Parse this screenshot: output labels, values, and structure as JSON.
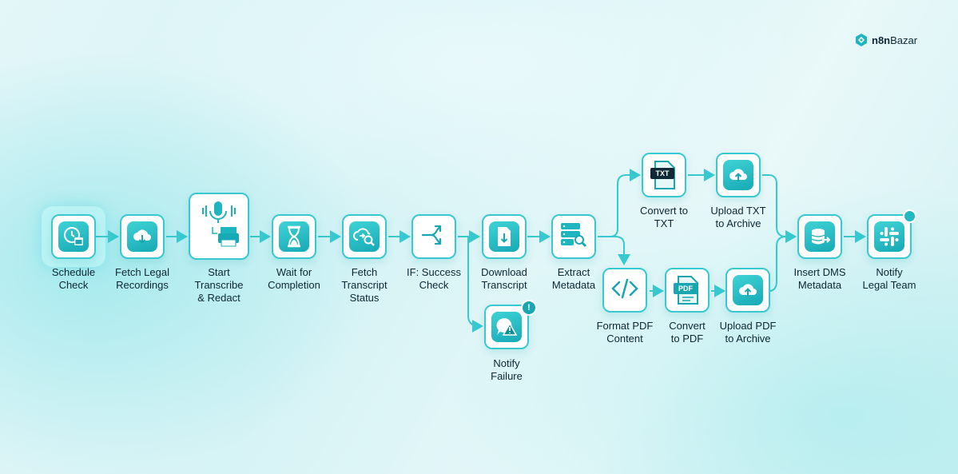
{
  "brand": {
    "name_bold": "n8n",
    "name_rest": "Bazar"
  },
  "colors": {
    "accent": "#37c9cf",
    "accent_dark": "#17a9b5",
    "text": "#0d2733"
  },
  "nodes": [
    {
      "id": "schedule",
      "label": "Schedule\nCheck",
      "icon": "clock-calendar-icon"
    },
    {
      "id": "fetch_recordings",
      "label": "Fetch Legal\nRecordings",
      "icon": "cloud-download-icon"
    },
    {
      "id": "start_transcribe",
      "label": "Start\nTranscribe\n& Redact",
      "icon": "microphone-printer-icon"
    },
    {
      "id": "wait",
      "label": "Wait for\nCompletion",
      "icon": "hourglass-icon"
    },
    {
      "id": "fetch_status",
      "label": "Fetch\nTranscript\nStatus",
      "icon": "cloud-search-icon"
    },
    {
      "id": "if_success",
      "label": "IF: Success\nCheck",
      "icon": "branch-icon"
    },
    {
      "id": "download",
      "label": "Download\nTranscript",
      "icon": "file-download-icon"
    },
    {
      "id": "extract",
      "label": "Extract\nMetadata",
      "icon": "server-search-icon"
    },
    {
      "id": "notify_failure",
      "label": "Notify\nFailure",
      "icon": "chat-warning-icon"
    },
    {
      "id": "convert_txt",
      "label": "Convert to\nTXT",
      "icon": "txt-file-icon",
      "badge": "TXT"
    },
    {
      "id": "upload_txt",
      "label": "Upload TXT\nto Archive",
      "icon": "cloud-upload-icon"
    },
    {
      "id": "format_pdf",
      "label": "Format PDF\nContent",
      "icon": "code-icon"
    },
    {
      "id": "convert_pdf",
      "label": "Convert\nto PDF",
      "icon": "pdf-file-icon",
      "badge": "PDF"
    },
    {
      "id": "upload_pdf",
      "label": "Upload PDF\nto Archive",
      "icon": "cloud-upload-icon"
    },
    {
      "id": "insert_dms",
      "label": "Insert DMS\nMetadata",
      "icon": "database-arrow-icon"
    },
    {
      "id": "notify_team",
      "label": "Notify\nLegal Team",
      "icon": "slack-icon"
    }
  ],
  "alert_glyph": "!"
}
